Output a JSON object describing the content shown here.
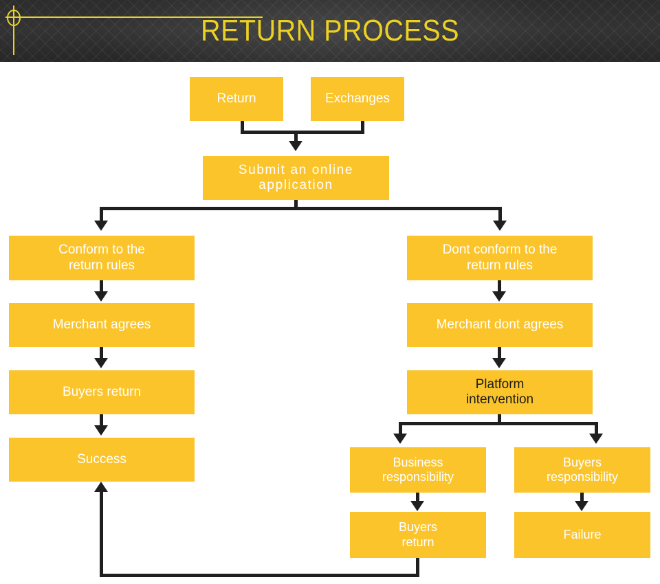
{
  "header": {
    "title": "RETURN PROCESS",
    "accent_color": "#e8d12a",
    "background_color": "#303030",
    "decor": {
      "ellipse": "ellipse-outline",
      "hline": "horizontal-accent-line",
      "vline": "vertical-accent-line"
    }
  },
  "theme": {
    "node_fill": "#fbc42b",
    "node_text": "#ffffff",
    "node_text_dark": "#1d1d1b",
    "connector": "#1f1f1f",
    "canvas": "#ffffff"
  },
  "chart_data": {
    "type": "diagram",
    "title": "RETURN PROCESS",
    "nodes": [
      {
        "id": "return",
        "label": "Return",
        "text_color": "#ffffff"
      },
      {
        "id": "exchanges",
        "label": "Exchanges",
        "text_color": "#ffffff"
      },
      {
        "id": "submit",
        "label": "Submit an online\napplication",
        "text_color": "#ffffff"
      },
      {
        "id": "conform",
        "label": "Conform to the\nreturn rules",
        "text_color": "#ffffff"
      },
      {
        "id": "dont-conform",
        "label": "Dont conform to the\nreturn rules",
        "text_color": "#ffffff"
      },
      {
        "id": "merchant-agrees",
        "label": "Merchant agrees",
        "text_color": "#ffffff"
      },
      {
        "id": "merchant-dont",
        "label": "Merchant dont agrees",
        "text_color": "#ffffff"
      },
      {
        "id": "buyers-return-left",
        "label": "Buyers return",
        "text_color": "#ffffff"
      },
      {
        "id": "platform",
        "label": "Platform\nintervention",
        "text_color": "#1d1d1b"
      },
      {
        "id": "success",
        "label": "Success",
        "text_color": "#ffffff"
      },
      {
        "id": "business-resp",
        "label": "Business\nresponsibility",
        "text_color": "#ffffff"
      },
      {
        "id": "buyers-resp",
        "label": "Buyers\nresponsibility",
        "text_color": "#ffffff"
      },
      {
        "id": "buyers-return-sub",
        "label": "Buyers\nreturn",
        "text_color": "#ffffff"
      },
      {
        "id": "failure",
        "label": "Failure",
        "text_color": "#ffffff"
      }
    ],
    "edges": [
      {
        "from": "return",
        "to": "submit",
        "style": "elbow-merge-arrow"
      },
      {
        "from": "exchanges",
        "to": "submit",
        "style": "elbow-merge-arrow"
      },
      {
        "from": "submit",
        "to": "conform",
        "style": "elbow-split-arrow"
      },
      {
        "from": "submit",
        "to": "dont-conform",
        "style": "elbow-split-arrow"
      },
      {
        "from": "conform",
        "to": "merchant-agrees",
        "style": "straight-arrow"
      },
      {
        "from": "merchant-agrees",
        "to": "buyers-return-left",
        "style": "straight-arrow"
      },
      {
        "from": "buyers-return-left",
        "to": "success",
        "style": "straight-arrow"
      },
      {
        "from": "dont-conform",
        "to": "merchant-dont",
        "style": "straight-arrow"
      },
      {
        "from": "merchant-dont",
        "to": "platform",
        "style": "straight-arrow"
      },
      {
        "from": "platform",
        "to": "business-resp",
        "style": "elbow-split-arrow"
      },
      {
        "from": "platform",
        "to": "buyers-resp",
        "style": "elbow-split-arrow"
      },
      {
        "from": "business-resp",
        "to": "buyers-return-sub",
        "style": "straight-arrow"
      },
      {
        "from": "buyers-resp",
        "to": "failure",
        "style": "straight-arrow"
      },
      {
        "from": "buyers-return-sub",
        "to": "success",
        "style": "loopback-up-arrow"
      }
    ]
  },
  "nodes": {
    "return": "Return",
    "exchanges": "Exchanges",
    "submit": "Submit an online\napplication",
    "conform": "Conform to the\nreturn rules",
    "dont_conform": "Dont conform to the\nreturn rules",
    "merchant_agrees": "Merchant agrees",
    "merchant_dont_agrees": "Merchant dont agrees",
    "buyers_return_left": "Buyers return",
    "platform_intervention": "Platform\nintervention",
    "success": "Success",
    "business_responsibility": "Business\nresponsibility",
    "buyers_responsibility": "Buyers\nresponsibility",
    "buyers_return_sub": "Buyers\nreturn",
    "failure": "Failure"
  }
}
